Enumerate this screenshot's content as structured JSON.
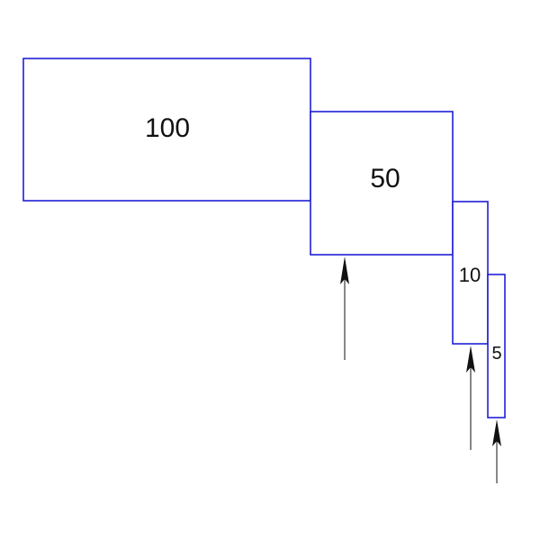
{
  "diagram": {
    "stroke_color": "#1f1fd6",
    "boxes": [
      {
        "id": "box-100",
        "label": "100",
        "value": 100
      },
      {
        "id": "box-50",
        "label": "50",
        "value": 50
      },
      {
        "id": "box-10",
        "label": "10",
        "value": 10
      },
      {
        "id": "box-5",
        "label": "5",
        "value": 5
      }
    ]
  }
}
